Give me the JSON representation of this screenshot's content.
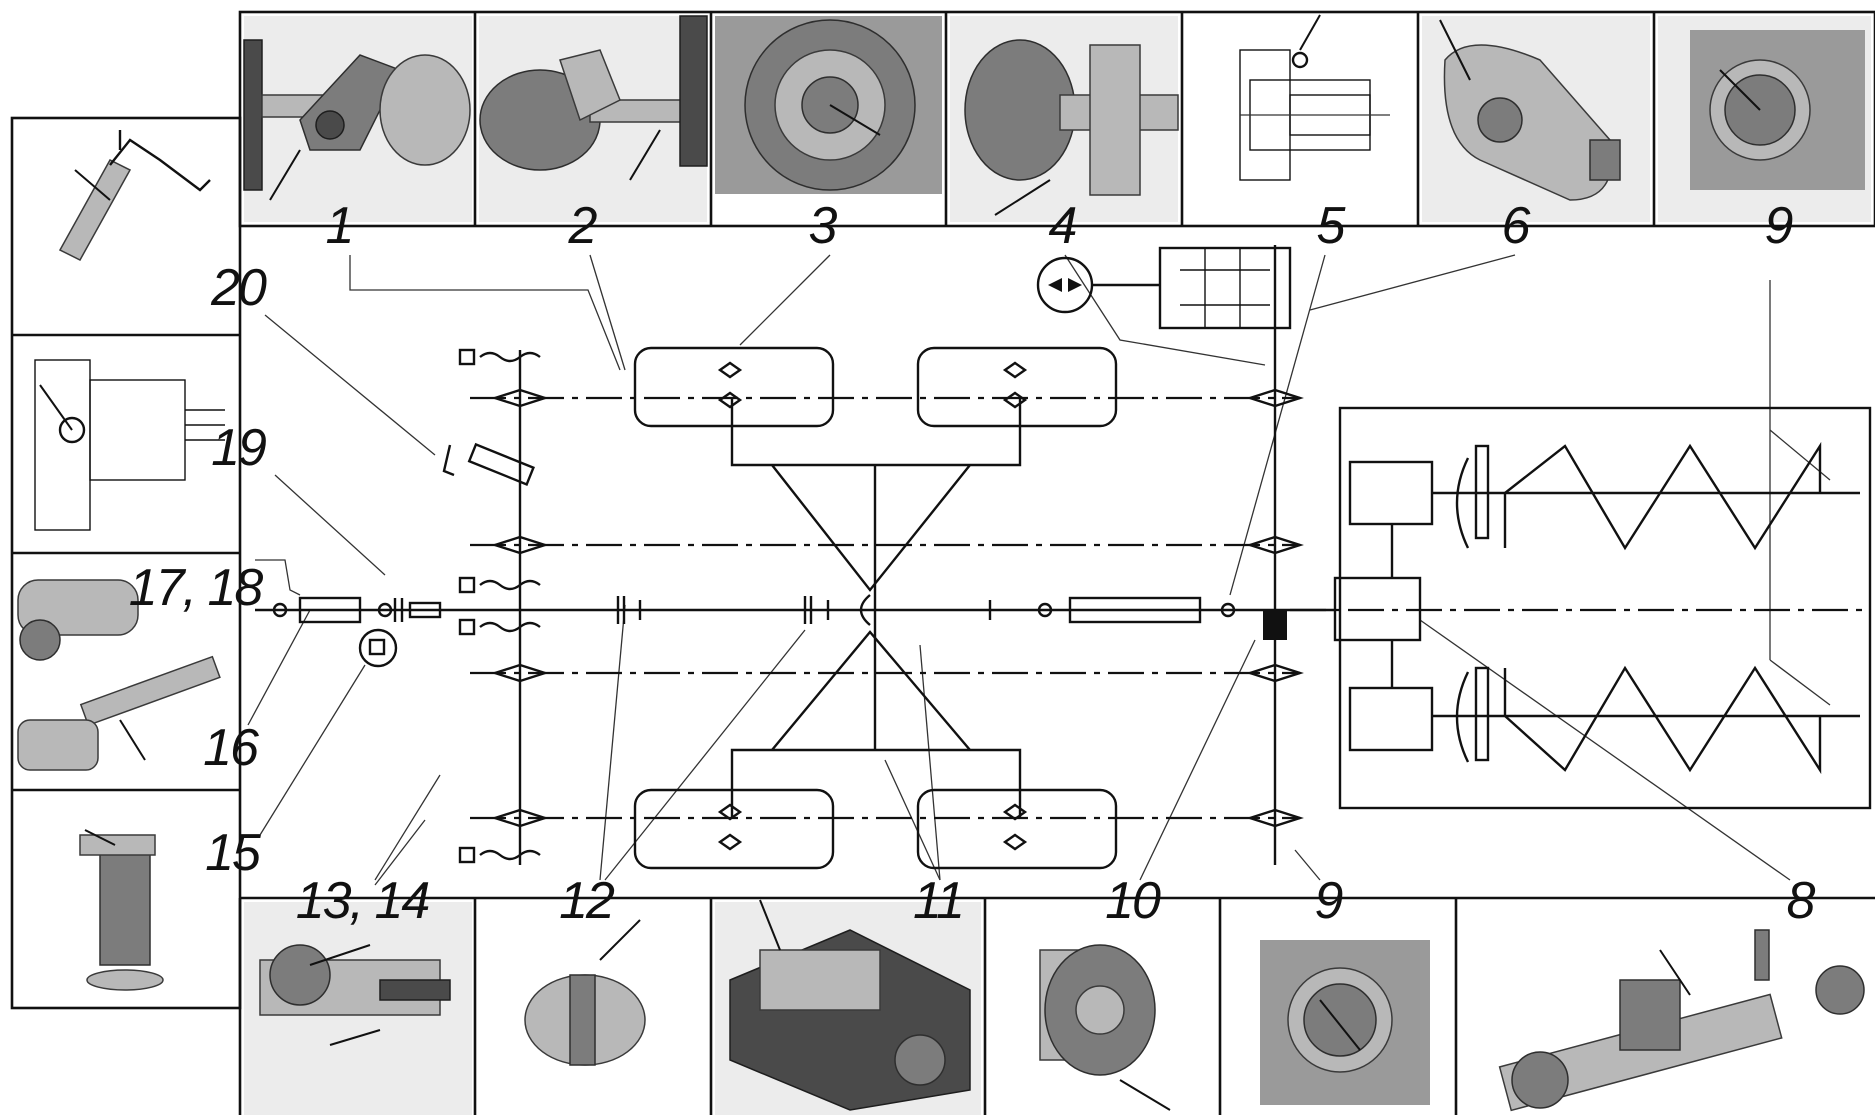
{
  "labels": {
    "l1": "1",
    "l2": "2",
    "l3": "3",
    "l4": "4",
    "l5": "5",
    "l6": "6",
    "l9_top": "9",
    "l20": "20",
    "l19": "19",
    "l17_18": "17, 18",
    "l16": "16",
    "l15": "15",
    "l13_14": "13, 14",
    "l12": "12",
    "l11": "11",
    "l10": "10",
    "l9_bottom": "9",
    "l8": "8"
  }
}
